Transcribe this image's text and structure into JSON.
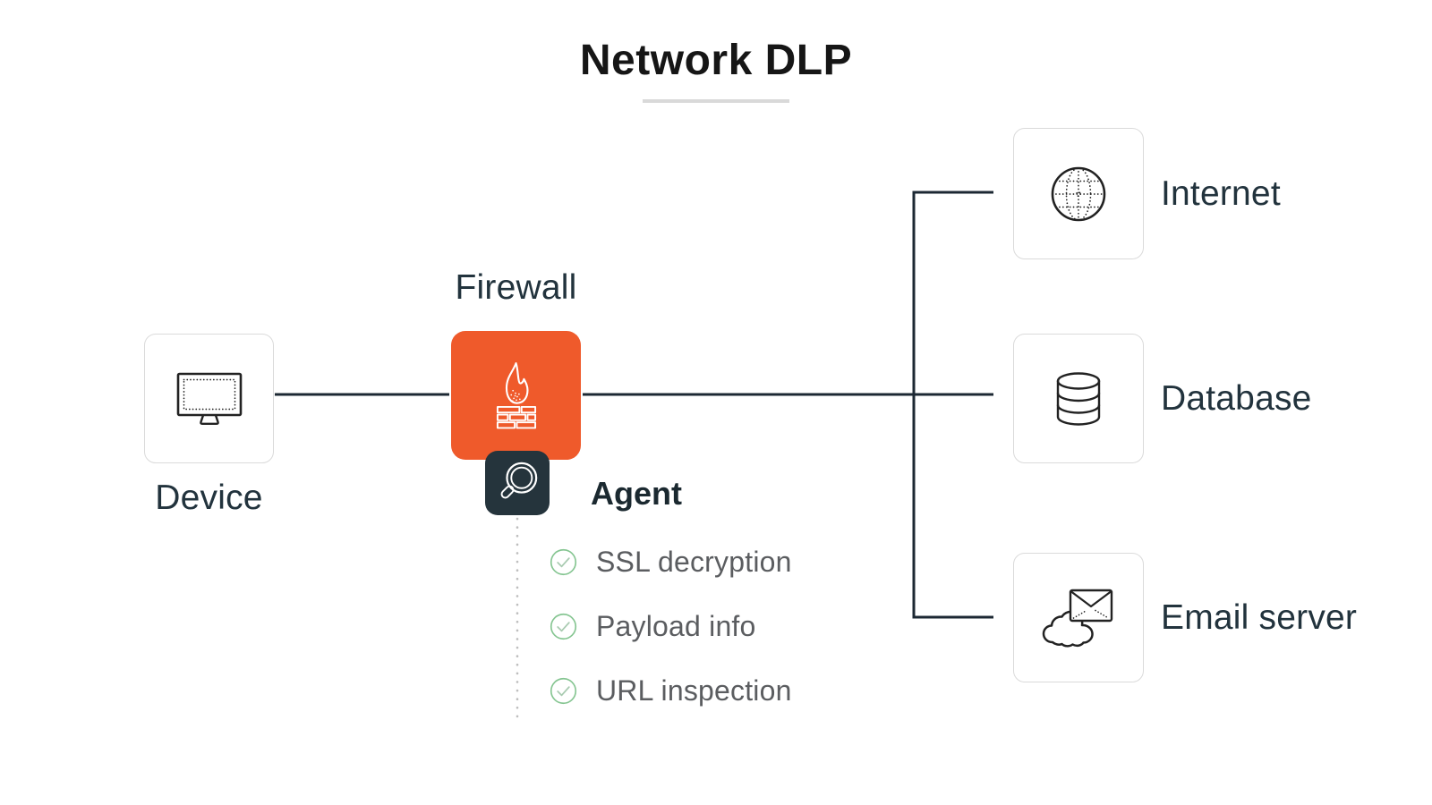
{
  "title": {
    "text": "Network DLP"
  },
  "nodes": {
    "device": {
      "label": "Device",
      "icon": "monitor-icon"
    },
    "firewall": {
      "label": "Firewall",
      "icon": "firewall-flame-icon",
      "color": "#EF5A2B"
    },
    "agent": {
      "label": "Agent",
      "icon": "magnifier-icon",
      "color": "#25343C",
      "features": [
        {
          "label": "SSL decryption",
          "icon": "check-circle-icon"
        },
        {
          "label": "Payload info",
          "icon": "check-circle-icon"
        },
        {
          "label": "URL inspection",
          "icon": "check-circle-icon"
        }
      ]
    },
    "internet": {
      "label": "Internet",
      "icon": "globe-icon"
    },
    "database": {
      "label": "Database",
      "icon": "database-icon"
    },
    "email_server": {
      "label": "Email server",
      "icon": "email-cloud-icon"
    }
  },
  "colors": {
    "accent_orange": "#EF5A2B",
    "dark_slate": "#25343C",
    "connector_dark": "#1C2833",
    "check_green": "#85C591",
    "label_dark": "#22333D",
    "feature_gray": "#5B5D60",
    "underline_gray": "#D9D9D9"
  }
}
